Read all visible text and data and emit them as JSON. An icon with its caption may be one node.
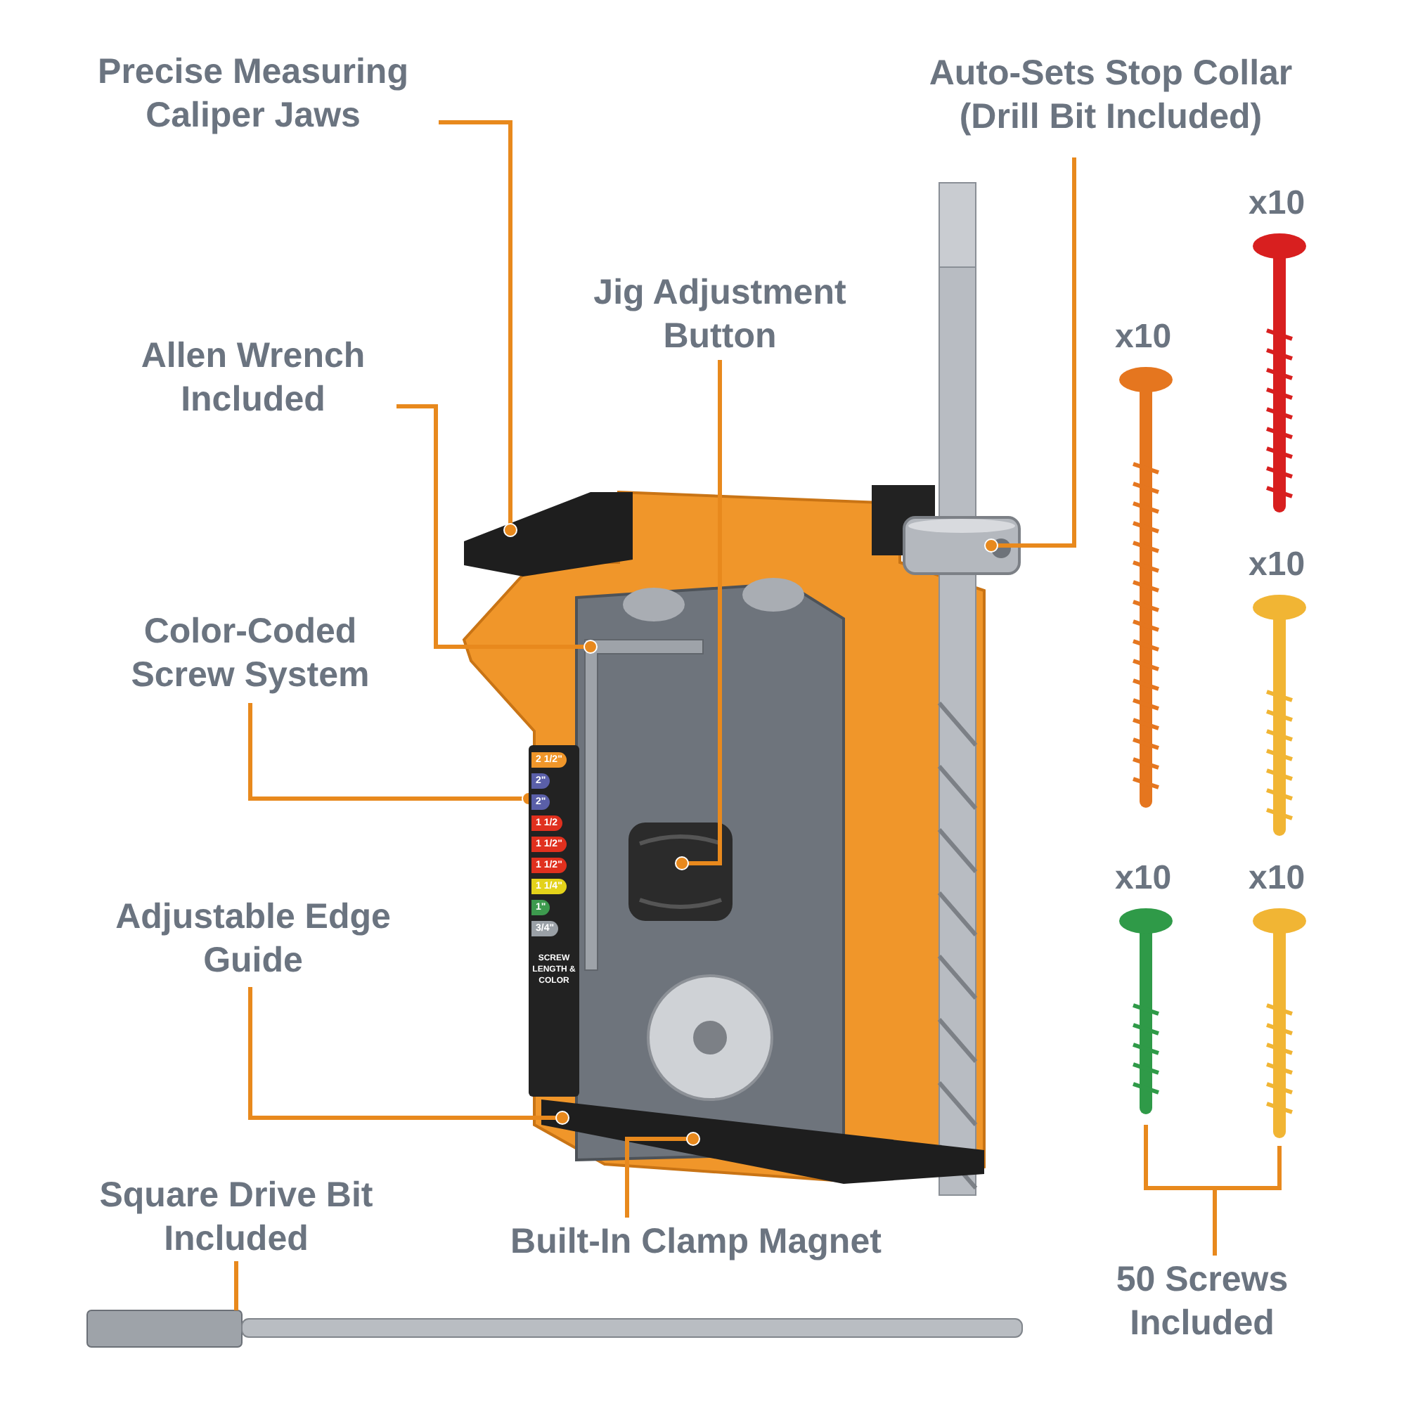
{
  "diagram": {
    "nodes": [
      {
        "text": [
          "Precise Measuring Caliper Jaws"
        ]
      },
      {
        "text": [],
        "shape": "picture"
      },
      {
        "text": [
          "Allen Wrench Included"
        ]
      },
      {
        "text": [],
        "shape": "picture"
      },
      {
        "text": [
          "Color-Coded Screw System"
        ]
      },
      {
        "text": [
          "2 1/2\"",
          "2\"",
          "2\"",
          "1 1/2",
          "1 1/2\"",
          "1 1/2\"",
          "1 1/4\"",
          "1\"",
          "3/4\"",
          "SCREW LENGTH & COLOR"
        ]
      },
      {
        "text": [
          "Adjustable Edge Guide"
        ]
      },
      {
        "text": [],
        "shape": "picture"
      },
      {
        "text": [
          "Jig Adjustment Button"
        ]
      },
      {
        "text": [],
        "shape": "picture"
      },
      {
        "text": [
          "Built-In Clamp Magnet"
        ]
      },
      {
        "text": [],
        "shape": "picture"
      },
      {
        "text": [
          "Auto-Sets Stop Collar (Drill Bit Included)"
        ]
      },
      {
        "text": [],
        "shape": "picture"
      },
      {
        "text": [
          "Square Drive Bit Included"
        ]
      },
      {
        "text": [],
        "shape": "picture"
      },
      {
        "text": [],
        "shape": "picture",
        "beside": [
          "x10"
        ]
      },
      {
        "text": [],
        "shape": "picture",
        "beside": [
          "x10"
        ]
      },
      {
        "text": [],
        "shape": "picture",
        "beside": [
          "x10"
        ]
      },
      {
        "text": [],
        "shape": "picture",
        "beside": [
          "x10"
        ]
      },
      {
        "text": [],
        "shape": "picture",
        "beside": [
          "x10"
        ]
      },
      {
        "text": [
          "50 Screws Included"
        ]
      }
    ],
    "edges": [
      {
        "from": 0,
        "to": 1,
        "arrow": "other"
      },
      {
        "from": 2,
        "to": 3,
        "arrow": "other"
      },
      {
        "from": 4,
        "to": 5,
        "arrow": "other"
      },
      {
        "from": 6,
        "to": 7,
        "arrow": "other"
      },
      {
        "from": 8,
        "to": 9,
        "arrow": "other"
      },
      {
        "from": 10,
        "to": 11,
        "arrow": "other"
      },
      {
        "from": 12,
        "to": 13,
        "arrow": "other"
      },
      {
        "from": 14,
        "to": 15,
        "arrow": "none"
      },
      {
        "from": 21,
        "to": 19,
        "arrow": "none"
      },
      {
        "from": 21,
        "to": 20,
        "arrow": "none"
      }
    ]
  }
}
